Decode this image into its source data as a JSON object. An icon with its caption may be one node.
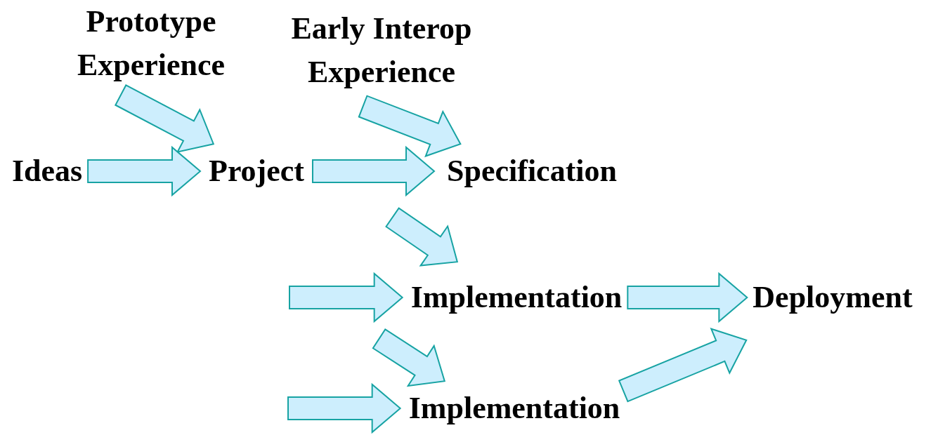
{
  "diagram": {
    "nodes": [
      {
        "text": [
          "Prototype Experience"
        ]
      },
      {
        "text": [
          "Early Interop Experience"
        ]
      },
      {
        "text": [
          "Ideas"
        ]
      },
      {
        "text": [
          "Project"
        ]
      },
      {
        "text": [
          "Specification"
        ]
      },
      {
        "text": [
          "Implementation"
        ]
      },
      {
        "text": [
          "Deployment"
        ]
      },
      {
        "text": [
          "Implementation"
        ]
      }
    ],
    "edges": [
      {
        "from": 0,
        "to": 3,
        "arrow": "to"
      },
      {
        "from": 2,
        "to": 3,
        "arrow": "to"
      },
      {
        "from": 3,
        "to": 4,
        "arrow": "to"
      },
      {
        "from": 1,
        "to": 4,
        "arrow": "to"
      },
      {
        "from": 4,
        "to": 5,
        "arrow": "to"
      },
      {
        "from": null,
        "to": 5,
        "arrow": "to"
      },
      {
        "from": 5,
        "to": 6,
        "arrow": "to"
      },
      {
        "from": 5,
        "to": 7,
        "arrow": "to"
      },
      {
        "from": null,
        "to": 7,
        "arrow": "to"
      },
      {
        "from": 7,
        "to": 6,
        "arrow": "to"
      }
    ]
  }
}
